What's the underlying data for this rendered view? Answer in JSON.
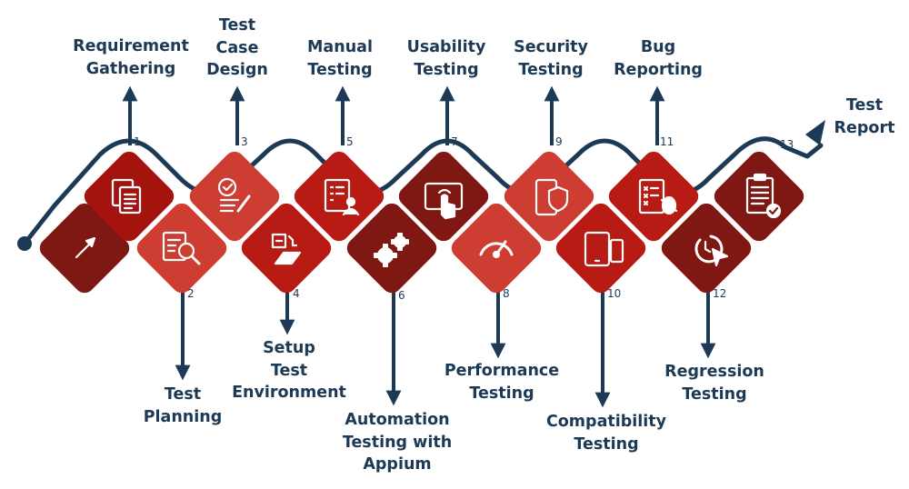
{
  "colors": {
    "line": "#1c3a55",
    "dark_red": "#7f1713",
    "crimson": "#a5130f",
    "red": "#b81a14",
    "light_red": "#cd3d32",
    "icon": "#ffffff"
  },
  "steps": [
    {
      "number": "1",
      "label": [
        "Requirement",
        "Gathering"
      ],
      "icon": "documents-icon"
    },
    {
      "number": "2",
      "label": [
        "Test",
        "Planning"
      ],
      "icon": "document-search-icon"
    },
    {
      "number": "3",
      "label": [
        "Test",
        "Case",
        "Design"
      ],
      "icon": "checklist-pencil-icon"
    },
    {
      "number": "4",
      "label": [
        "Setup",
        "Test",
        "Environment"
      ],
      "icon": "calculator-stairs-icon"
    },
    {
      "number": "5",
      "label": [
        "Manual",
        "Testing"
      ],
      "icon": "checklist-person-icon"
    },
    {
      "number": "6",
      "label": [
        "Automation",
        "Testing with",
        "Appium"
      ],
      "icon": "gears-icon"
    },
    {
      "number": "7",
      "label": [
        "Usability",
        "Testing"
      ],
      "icon": "tablet-touch-icon"
    },
    {
      "number": "8",
      "label": [
        "Performance",
        "Testing"
      ],
      "icon": "speedometer-icon"
    },
    {
      "number": "9",
      "label": [
        "Security",
        "Testing"
      ],
      "icon": "phone-shield-icon"
    },
    {
      "number": "10",
      "label": [
        "Compatibility",
        "Testing"
      ],
      "icon": "devices-icon"
    },
    {
      "number": "11",
      "label": [
        "Bug",
        "Reporting"
      ],
      "icon": "bug-checklist-icon"
    },
    {
      "number": "12",
      "label": [
        "Regression",
        "Testing"
      ],
      "icon": "clock-cursor-icon"
    },
    {
      "number": "13",
      "label": [
        "Test",
        "Report"
      ],
      "icon": "clipboard-check-icon"
    }
  ],
  "start_icon": "arrow-icon"
}
